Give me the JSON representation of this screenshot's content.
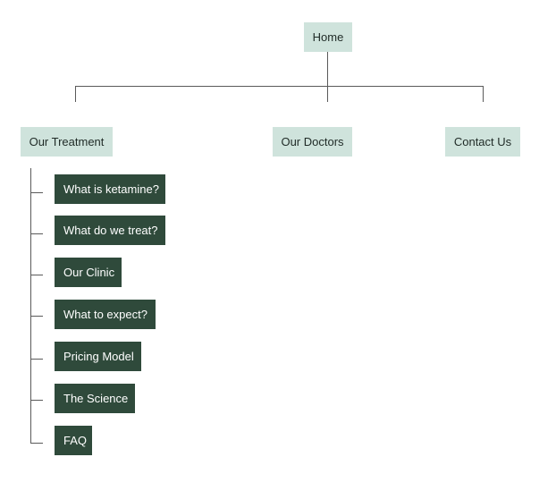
{
  "sitemap": {
    "home": "Home",
    "sections": [
      {
        "label": "Our Treatment"
      },
      {
        "label": "Our Doctors"
      },
      {
        "label": "Contact Us"
      }
    ],
    "treatment_pages": [
      "What is ketamine?",
      "What do we treat?",
      "Our Clinic",
      "What to expect?",
      "Pricing Model",
      "The Science",
      "FAQ"
    ]
  },
  "colors": {
    "top_node_fill": "#cfe3dc",
    "sub_node_fill": "#2f4a3b",
    "connector": "#5a5a5a"
  }
}
